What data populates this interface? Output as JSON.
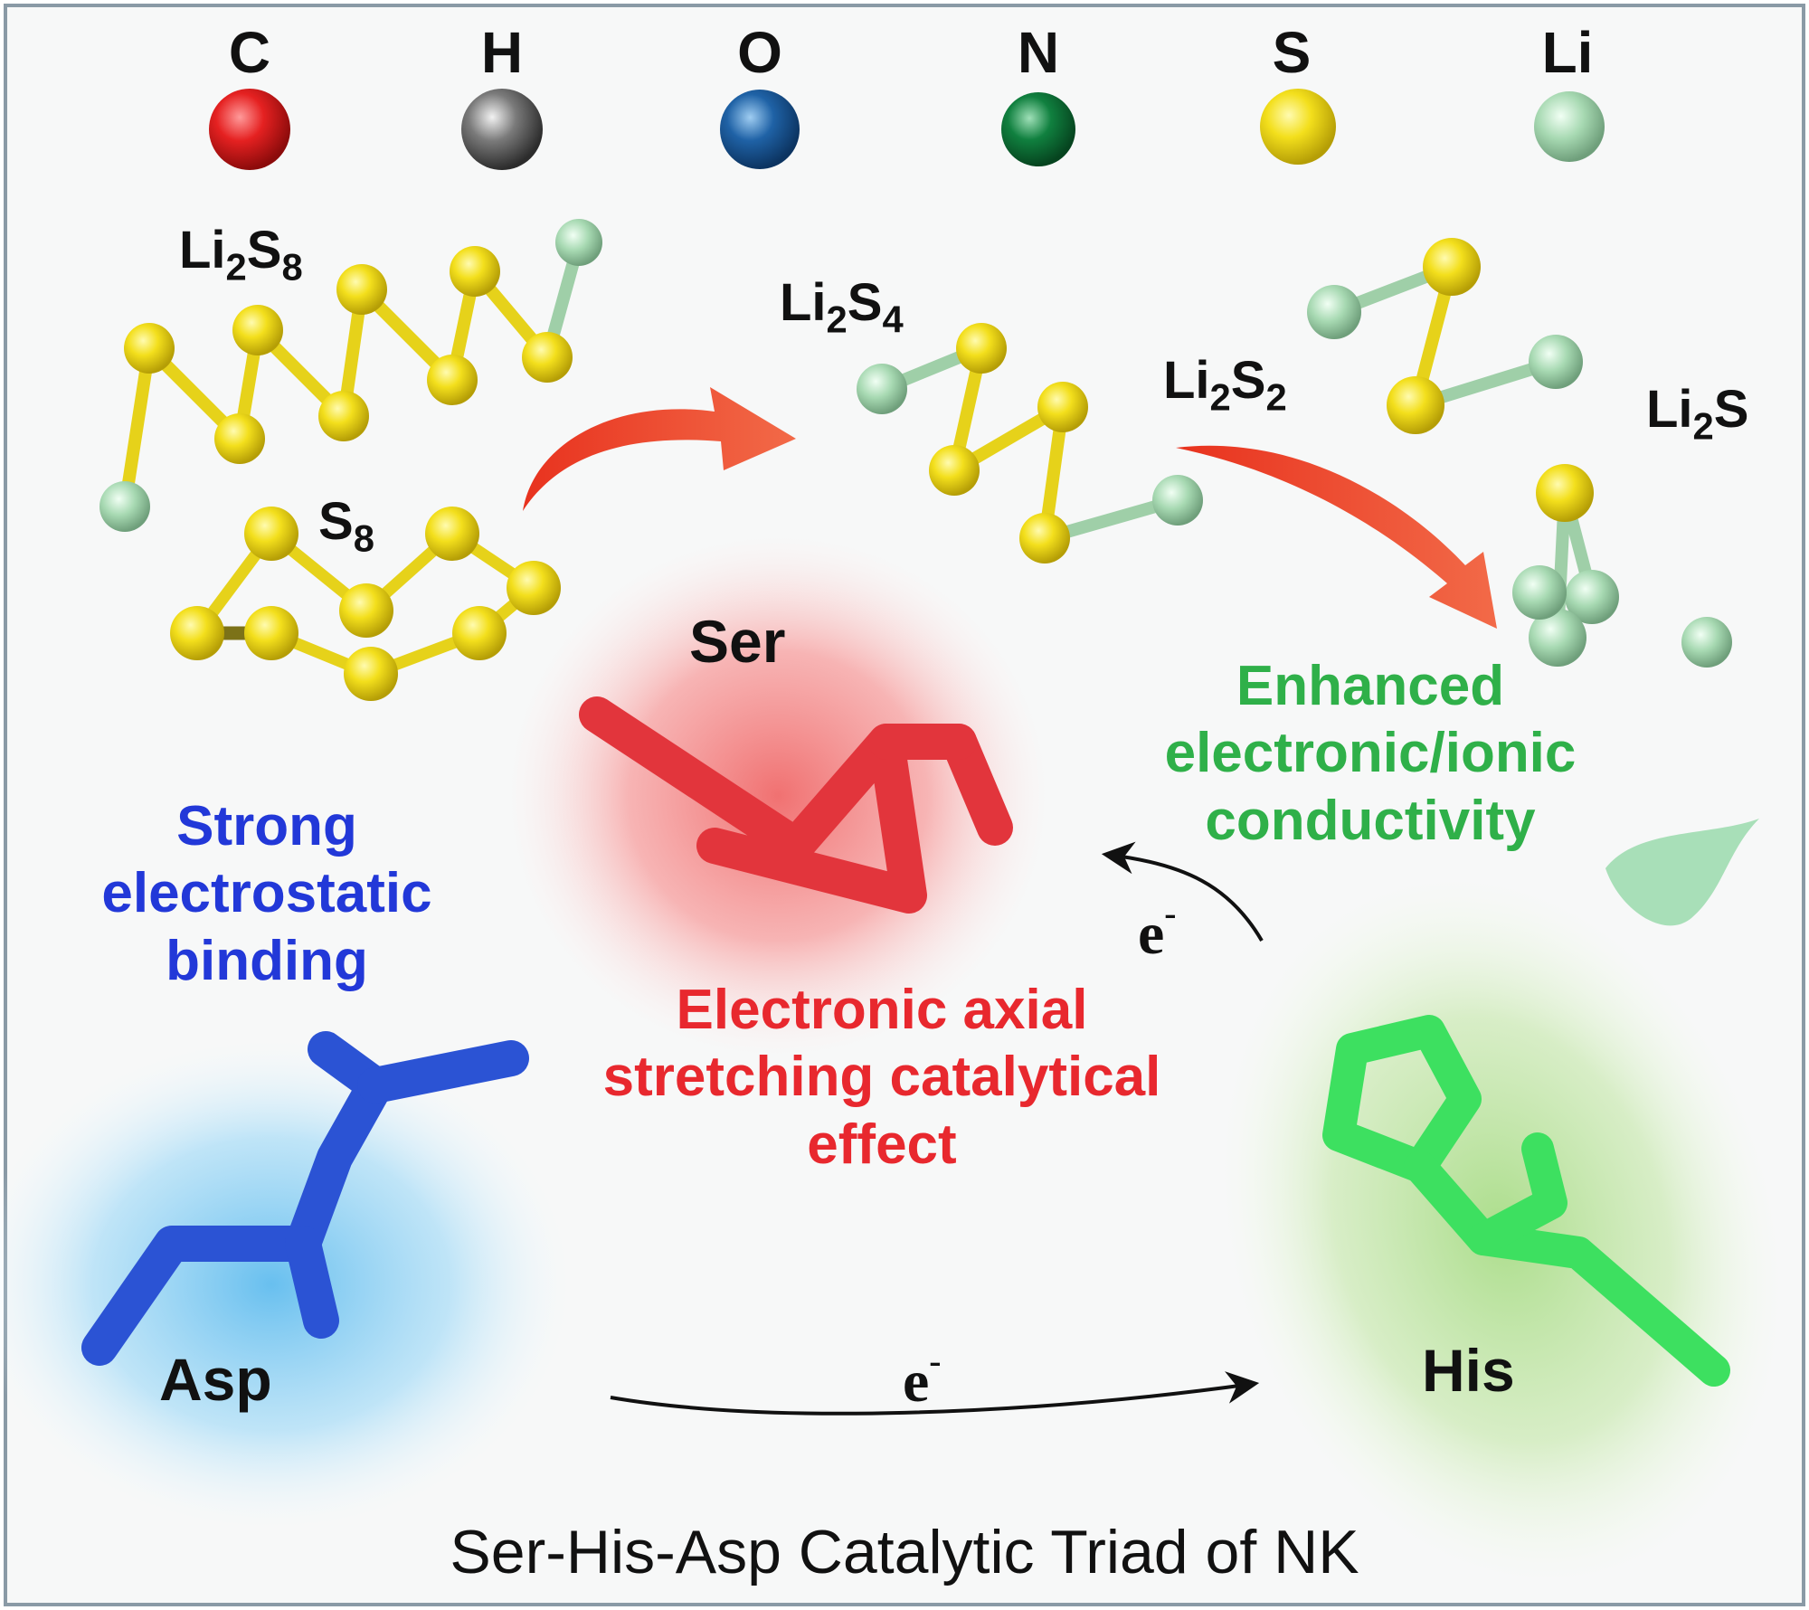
{
  "legend": {
    "elements": [
      {
        "symbol": "C",
        "color": "#e02020"
      },
      {
        "symbol": "H",
        "color": "#6e6e6e"
      },
      {
        "symbol": "O",
        "color": "#1d5fa0"
      },
      {
        "symbol": "N",
        "color": "#0f7a3c"
      },
      {
        "symbol": "S",
        "color": "#f2dd14"
      },
      {
        "symbol": "Li",
        "color": "#a9dcb5"
      }
    ]
  },
  "molecules": {
    "li2s8": {
      "base": "Li",
      "sub1": "2",
      "mid": "S",
      "sub2": "8"
    },
    "s8": {
      "base": "S",
      "sub1": "8"
    },
    "li2s4": {
      "base": "Li",
      "sub1": "2",
      "mid": "S",
      "sub2": "4"
    },
    "li2s2": {
      "base": "Li",
      "sub1": "2",
      "mid": "S",
      "sub2": "2"
    },
    "li2s": {
      "base": "Li",
      "sub1": "2",
      "mid": "S"
    }
  },
  "residues": {
    "ser": "Ser",
    "asp": "Asp",
    "his": "His"
  },
  "annotations": {
    "binding": {
      "lines": [
        "Strong",
        "electrostatic",
        "binding"
      ],
      "color": "#2238d8"
    },
    "catalytic": {
      "lines": [
        "Electronic axial",
        "stretching catalytical",
        "effect"
      ],
      "color": "#e8282e"
    },
    "conductivity": {
      "lines": [
        "Enhanced",
        "electronic/ionic",
        "conductivity"
      ],
      "color": "#2fb049"
    }
  },
  "electron": {
    "symbol": "e",
    "charge": "-"
  },
  "title": "Ser-His-Asp Catalytic Triad of NK"
}
